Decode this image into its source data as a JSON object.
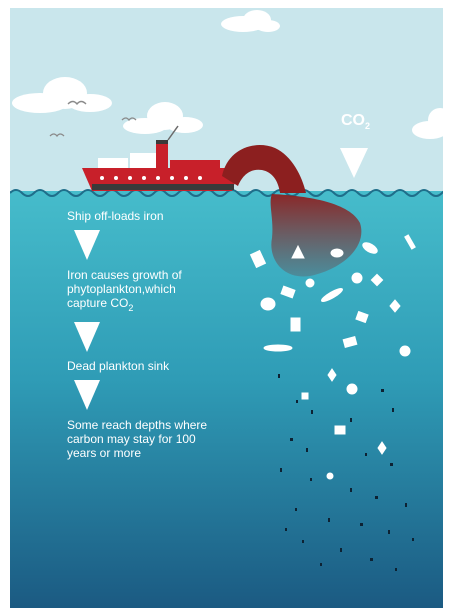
{
  "steps": [
    {
      "text": "Ship off-loads iron"
    },
    {
      "text_line1": "Iron causes growth of",
      "text_line2": "phytoplankton,which",
      "text_line3_prefix": "capture CO",
      "text_line3_sub": "2"
    },
    {
      "text": "Dead plankton sink"
    },
    {
      "text_line1": "Some reach depths where",
      "text_line2": "carbon may stay for 100",
      "text_line3": "years or more"
    }
  ],
  "air_label": {
    "prefix": "CO",
    "sub": "2"
  },
  "colors": {
    "sky": "#c9e6ec",
    "sea_top": "#3fb8c9",
    "sea_mid": "#2b8fae",
    "sea_bottom": "#1e5f86",
    "ship_red": "#c8202a",
    "iron_plume": "#8c1f1f",
    "text": "#ffffff"
  },
  "icons": [
    "cloud-icon",
    "bird-icon",
    "ship-icon",
    "plankton-icon",
    "arrow-down-icon"
  ]
}
